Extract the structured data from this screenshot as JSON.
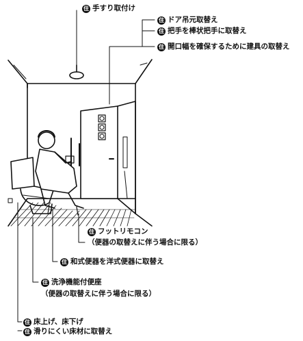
{
  "badge_char": "住",
  "labels": {
    "handrail": "手すり取付け",
    "door_hanging": "ドア吊元取替え",
    "bar_handle": "把手を棒状把手に取替え",
    "opening_width": "開口幅を確保するために建具の取替え",
    "foot_remote": "フットリモコン",
    "foot_remote_note": "（便器の取替えに伴う場合に限る）",
    "toilet_replace": "和式便器を洋式便器に取替え",
    "washlet": "洗浄機能付便座",
    "washlet_note": "（便器の取替えに伴う場合に限る）",
    "floor_level": "床上げ、床下げ",
    "non_slip": "滑りにくい床材に取替え"
  }
}
